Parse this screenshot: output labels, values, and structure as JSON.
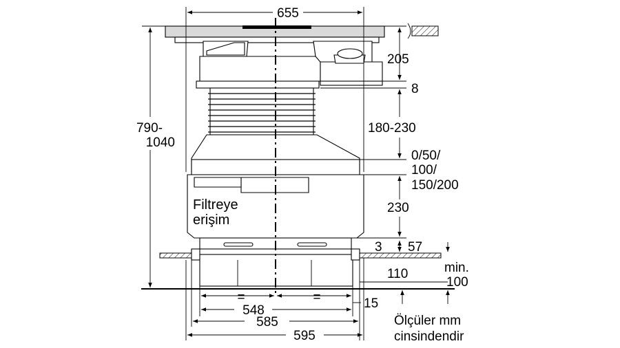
{
  "labels": {
    "width_655": "655",
    "height_790_1040_a": "790-",
    "height_790_1040_b": "1040",
    "top_205": "205",
    "gap_8": "8",
    "bellows_180_230": "180-230",
    "spacer_0": "0/50/",
    "spacer_1": "100/",
    "spacer_2": "150/200",
    "body_230": "230",
    "gap_3": "3",
    "gap_57": "57",
    "base_110": "110",
    "min_label": "min.",
    "min_100": "100",
    "equal_left": "=",
    "equal_right": "=",
    "width_548": "548",
    "width_585": "585",
    "width_595": "595",
    "offset_15": "15",
    "filter_access_1": "Filtreye",
    "filter_access_2": "erişim",
    "units_1": "Ölçüler mm",
    "units_2": "cinsindendir"
  },
  "colors": {
    "line": "#000000",
    "fill": "#ffffff",
    "shade": "#d9d9d9"
  }
}
